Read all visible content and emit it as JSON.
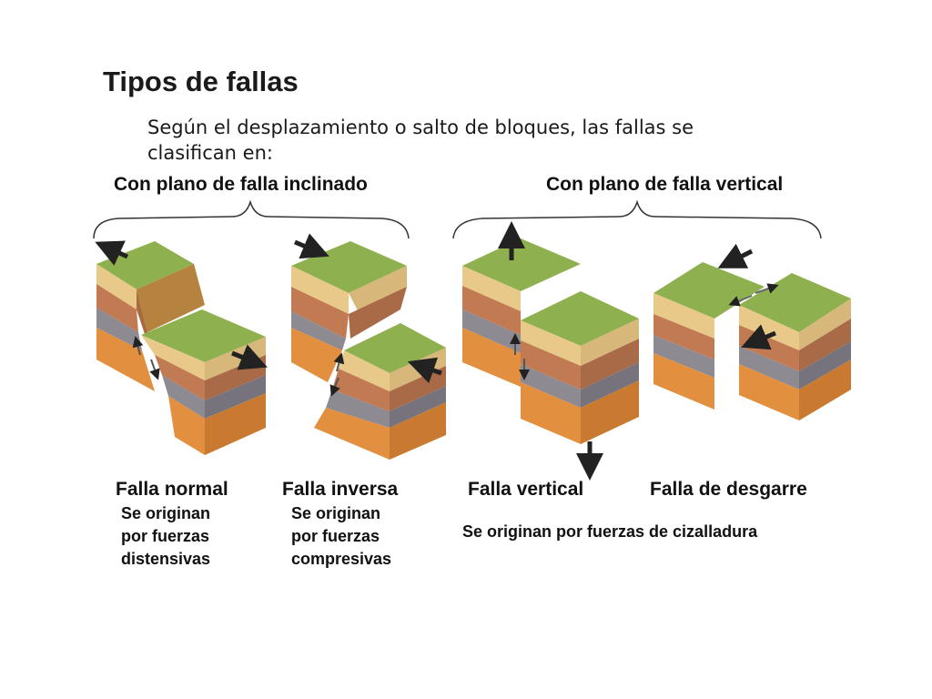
{
  "title": "Tipos de fallas",
  "intro": {
    "line1": "Según el desplazamiento o salto de bloques, las fallas se",
    "line2": "clasifican en:"
  },
  "groups": {
    "inclined": "Con plano de falla inclinado",
    "vertical": "Con plano de falla vertical"
  },
  "faults": [
    {
      "name": "Falla normal",
      "desc": [
        "Se originan",
        "por fuerzas",
        "distensivas"
      ]
    },
    {
      "name": "Falla inversa",
      "desc": [
        "Se originan",
        "por fuerzas",
        "compresivas"
      ]
    },
    {
      "name": "Falla vertical"
    },
    {
      "name": "Falla de desgarre"
    }
  ],
  "shear_desc": "Se originan por fuerzas de cizalladura",
  "colors": {
    "grass_top": "#8fb04e",
    "sand_layer": "#e8c98a",
    "clay_layer": "#c17a52",
    "gray_layer": "#8d8a92",
    "orange_layer": "#e28f3f",
    "arrow": "#222222"
  }
}
